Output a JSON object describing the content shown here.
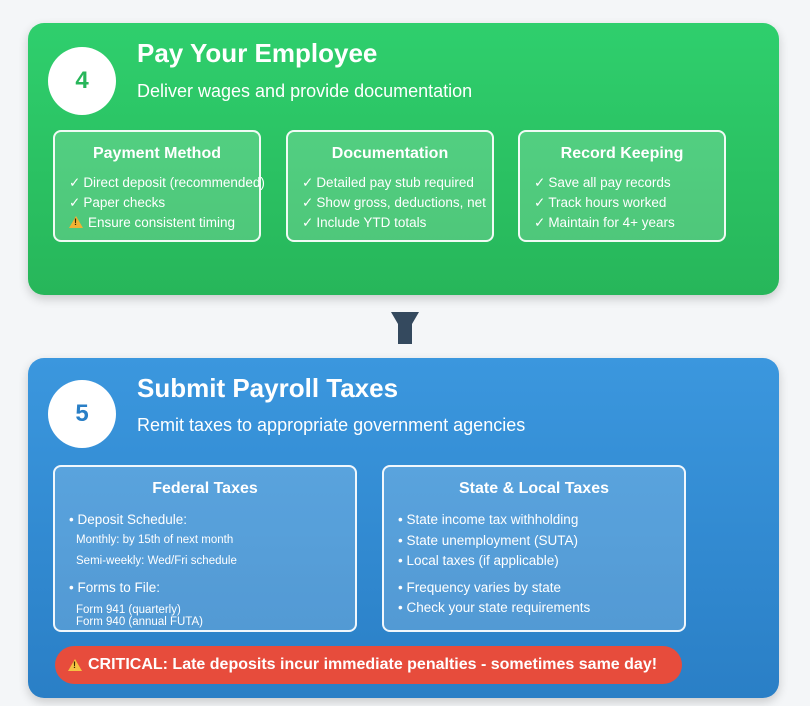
{
  "step4": {
    "number": "4",
    "title": "Pay Your Employee",
    "subtitle": "Deliver wages and provide documentation",
    "cards": [
      {
        "title": "Payment Method",
        "items": [
          {
            "marker": "✓",
            "text": "Direct deposit (recommended)"
          },
          {
            "marker": "✓",
            "text": "Paper checks"
          },
          {
            "marker": "warning",
            "text": "Ensure consistent timing"
          }
        ]
      },
      {
        "title": "Documentation",
        "items": [
          {
            "marker": "✓",
            "text": "Detailed pay stub required"
          },
          {
            "marker": "✓",
            "text": "Show gross, deductions, net"
          },
          {
            "marker": "✓",
            "text": "Include YTD totals"
          }
        ]
      },
      {
        "title": "Record Keeping",
        "items": [
          {
            "marker": "✓",
            "text": "Save all pay records"
          },
          {
            "marker": "✓",
            "text": "Track hours worked"
          },
          {
            "marker": "✓",
            "text": "Maintain for 4+ years"
          }
        ]
      }
    ]
  },
  "step5": {
    "number": "5",
    "title": "Submit Payroll Taxes",
    "subtitle": "Remit taxes to appropriate government agencies",
    "federal": {
      "title": "Federal Taxes",
      "deposit_heading": "• Deposit Schedule:",
      "deposit_monthly": "Monthly: by 15th of next month",
      "deposit_semiweekly": "Semi-weekly: Wed/Fri schedule",
      "forms_heading": "• Forms to File:",
      "form_941": "Form 941 (quarterly)",
      "form_940": "Form 940 (annual FUTA)"
    },
    "state": {
      "title": "State & Local Taxes",
      "items": [
        "• State income tax withholding",
        "• State unemployment (SUTA)",
        "• Local taxes (if applicable)",
        "• Frequency varies by state",
        "• Check your state requirements"
      ]
    },
    "critical": "CRITICAL: Late deposits incur immediate penalties - sometimes same day!"
  },
  "icons": {
    "check": "check-icon",
    "warning": "warning-icon",
    "connector": "funnel-arrow-icon"
  },
  "colors": {
    "step4_green": "#2ecc71",
    "step5_blue": "#3498db",
    "critical_red": "#e74c3c",
    "connector": "#34495e"
  }
}
